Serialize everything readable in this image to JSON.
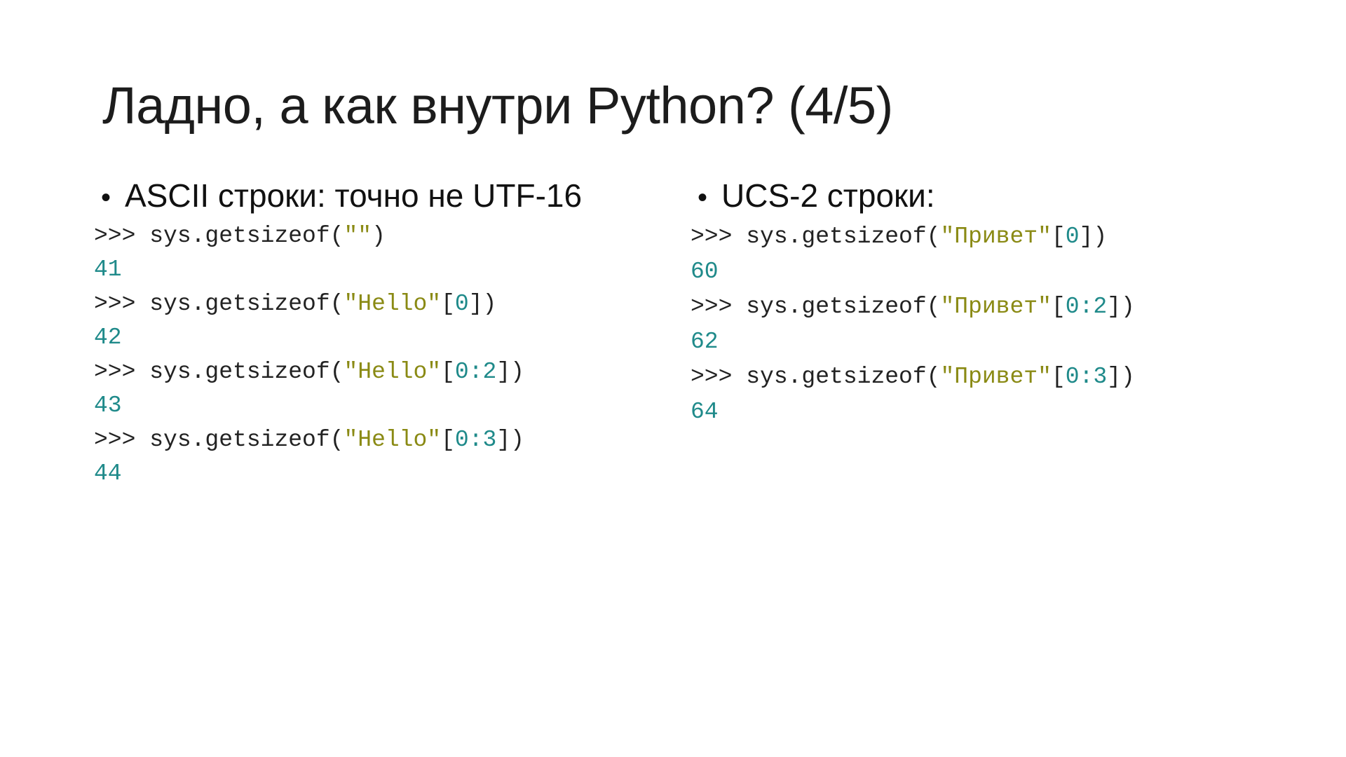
{
  "slide": {
    "title": "Ладно, а как внутри Python? (4/5)",
    "bullet_glyph": "•",
    "left": {
      "heading": "ASCII строки: точно не UTF-16",
      "lines": [
        {
          "prompt": ">>> ",
          "call": "sys.getsizeof(",
          "string": "\"\"",
          "index_open": "",
          "index": "",
          "index_close": "",
          "close": ")",
          "output": "41"
        },
        {
          "prompt": ">>> ",
          "call": "sys.getsizeof(",
          "string": "\"Hello\"",
          "index_open": "[",
          "index": "0",
          "index_close": "]",
          "close": ")",
          "output": "42"
        },
        {
          "prompt": ">>> ",
          "call": "sys.getsizeof(",
          "string": "\"Hello\"",
          "index_open": "[",
          "index": "0:2",
          "index_close": "]",
          "close": ")",
          "output": "43"
        },
        {
          "prompt": ">>> ",
          "call": "sys.getsizeof(",
          "string": "\"Hello\"",
          "index_open": "[",
          "index": "0:3",
          "index_close": "]",
          "close": ")",
          "output": "44"
        }
      ]
    },
    "right": {
      "heading": "UCS-2 строки:",
      "lines": [
        {
          "prompt": ">>> ",
          "call": "sys.getsizeof(",
          "string": "\"Привет\"",
          "index_open": "[",
          "index": "0",
          "index_close": "]",
          "close": ")",
          "output": "60"
        },
        {
          "prompt": ">>> ",
          "call": "sys.getsizeof(",
          "string": "\"Привет\"",
          "index_open": "[",
          "index": "0:2",
          "index_close": "]",
          "close": ")",
          "output": "62"
        },
        {
          "prompt": ">>> ",
          "call": "sys.getsizeof(",
          "string": "\"Привет\"",
          "index_open": "[",
          "index": "0:3",
          "index_close": "]",
          "close": ")",
          "output": "64"
        }
      ]
    },
    "colors": {
      "string": "#8a8a14",
      "number": "#1f8a8a",
      "text": "#222222"
    }
  }
}
